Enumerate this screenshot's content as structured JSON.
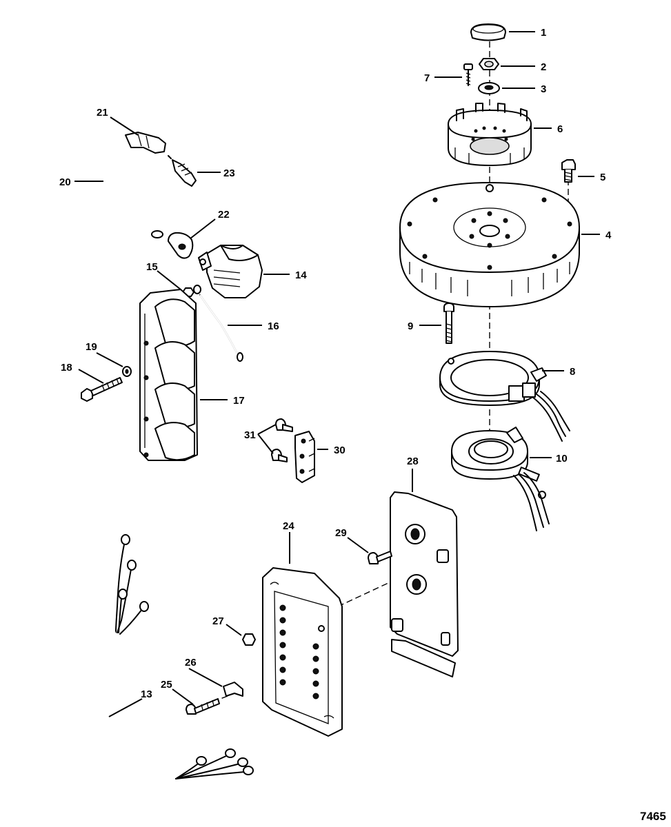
{
  "callouts": {
    "c1": "1",
    "c2": "2",
    "c3": "3",
    "c4": "4",
    "c5": "5",
    "c6": "6",
    "c7": "7",
    "c8": "8",
    "c9": "9",
    "c10": "10",
    "c13": "13",
    "c14": "14",
    "c15": "15",
    "c16": "16",
    "c17": "17",
    "c18": "18",
    "c19": "19",
    "c20": "20",
    "c21": "21",
    "c22": "22",
    "c23": "23",
    "c24": "24",
    "c25": "25",
    "c26": "26",
    "c27": "27",
    "c28": "28",
    "c29": "29",
    "c30": "30",
    "c31": "31"
  },
  "figure_number": "7465"
}
